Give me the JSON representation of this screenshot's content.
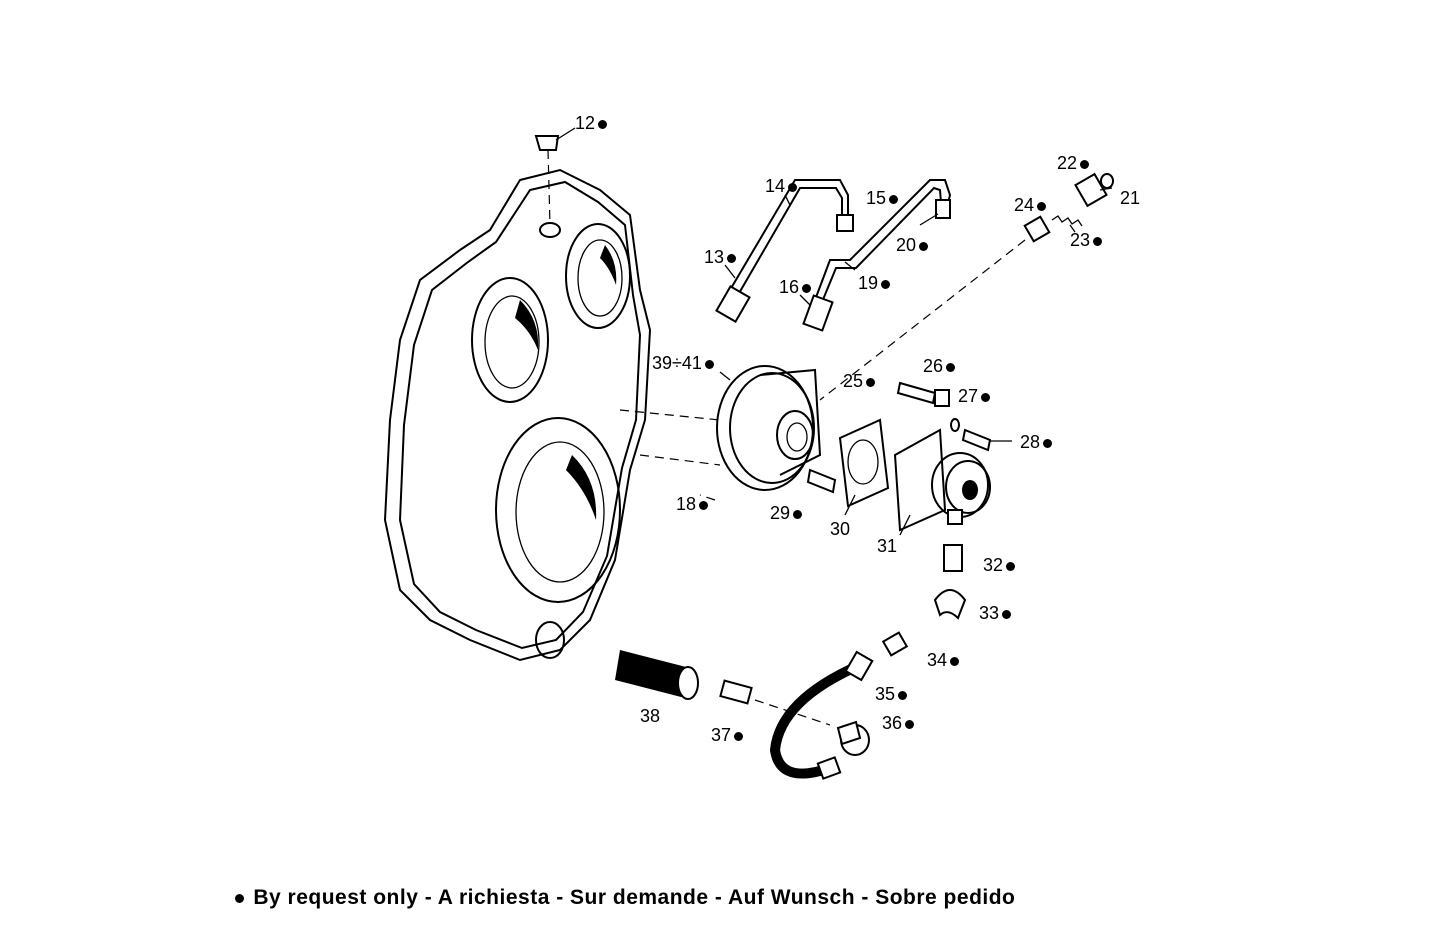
{
  "footer": {
    "text": "By request only - A richiesta - Sur demande - Auf Wunsch - Sobre pedido"
  },
  "callouts": [
    {
      "text": "12",
      "dot": "after"
    },
    {
      "text": "14",
      "dot": "after"
    },
    {
      "text": "15",
      "dot": "after"
    },
    {
      "text": "22",
      "dot": "after"
    },
    {
      "text": "21",
      "dot": "none"
    },
    {
      "text": "24",
      "dot": "after"
    },
    {
      "text": "23",
      "dot": "after"
    },
    {
      "text": "20",
      "dot": "after"
    },
    {
      "text": "13",
      "dot": "after"
    },
    {
      "text": "16",
      "dot": "after"
    },
    {
      "text": "19",
      "dot": "after"
    },
    {
      "text": "39÷41",
      "dot": "after"
    },
    {
      "text": "26",
      "dot": "after"
    },
    {
      "text": "25",
      "dot": "after"
    },
    {
      "text": "27",
      "dot": "after"
    },
    {
      "text": "28",
      "dot": "after"
    },
    {
      "text": "18",
      "dot": "after"
    },
    {
      "text": "29",
      "dot": "after"
    },
    {
      "text": "30",
      "dot": "none"
    },
    {
      "text": "31",
      "dot": "none"
    },
    {
      "text": "32",
      "dot": "after"
    },
    {
      "text": "33",
      "dot": "after"
    },
    {
      "text": "34",
      "dot": "after"
    },
    {
      "text": "35",
      "dot": "after"
    },
    {
      "text": "36",
      "dot": "after"
    },
    {
      "text": "38",
      "dot": "none"
    },
    {
      "text": "37",
      "dot": "after"
    }
  ]
}
